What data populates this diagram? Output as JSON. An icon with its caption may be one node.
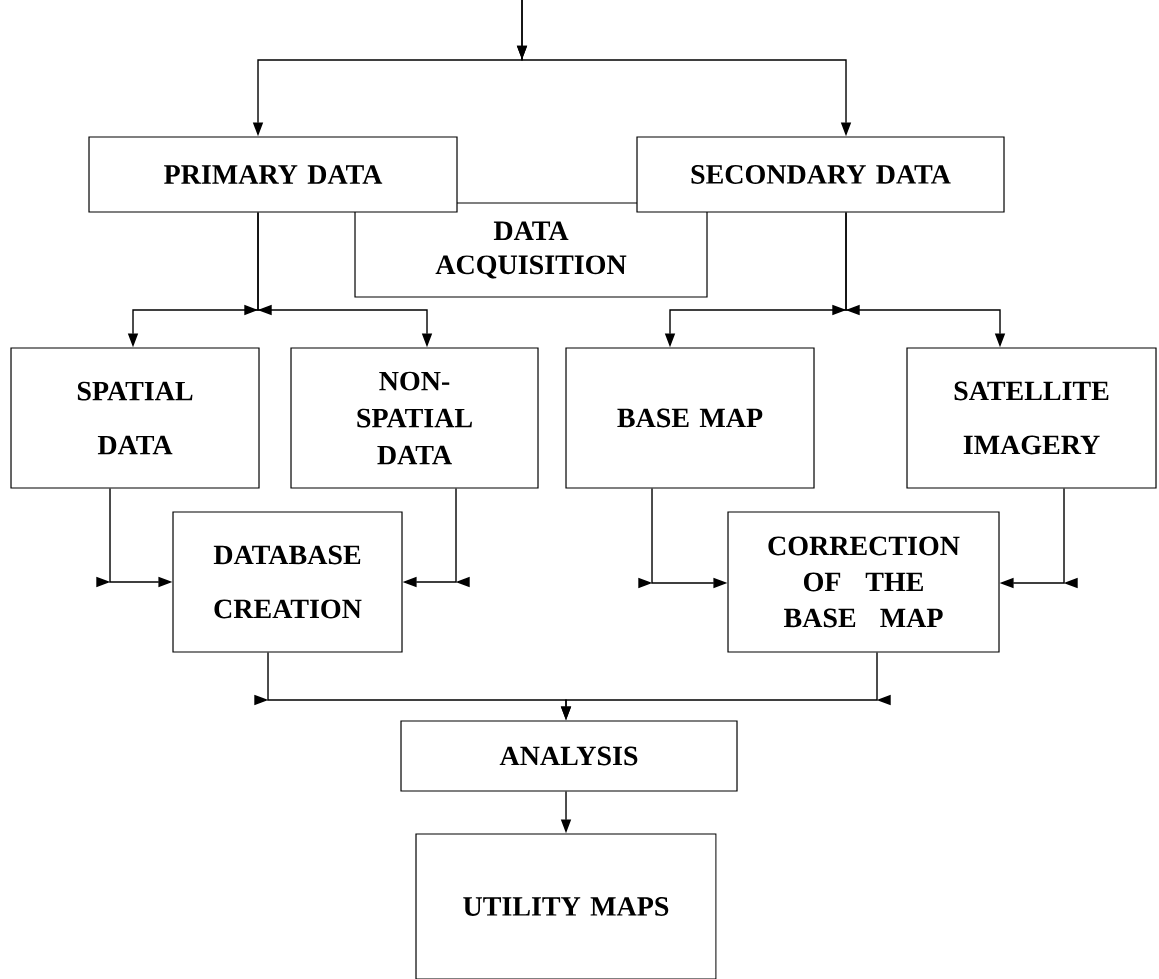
{
  "diagram": {
    "nodes": [
      {
        "text": [
          "PRIMARY DATA"
        ]
      },
      {
        "text": [
          "SECONDARY DATA"
        ]
      },
      {
        "text": [
          "DATA ACQUISITION"
        ]
      },
      {
        "text": [
          "SPATIAL DATA"
        ]
      },
      {
        "text": [
          "NON-SPATIAL DATA"
        ]
      },
      {
        "text": [
          "BASE MAP"
        ]
      },
      {
        "text": [
          "SATELLITE IMAGERY"
        ]
      },
      {
        "text": [
          "DATABASE CREATION"
        ]
      },
      {
        "text": [
          "CORRECTION OF THE BASE MAP"
        ]
      },
      {
        "text": [
          "ANALYSIS"
        ]
      },
      {
        "text": [
          "UTILITY MAPS"
        ]
      }
    ],
    "edges": [
      {
        "from": null,
        "to": 0,
        "arrow": "to"
      },
      {
        "from": null,
        "to": 1,
        "arrow": "to"
      },
      {
        "from": 0,
        "to": 3,
        "arrow": "to"
      },
      {
        "from": 0,
        "to": 4,
        "arrow": "to"
      },
      {
        "from": 1,
        "to": 5,
        "arrow": "to"
      },
      {
        "from": 1,
        "to": 6,
        "arrow": "to"
      },
      {
        "from": 3,
        "to": 7,
        "arrow": "to"
      },
      {
        "from": 4,
        "to": 7,
        "arrow": "to"
      },
      {
        "from": 5,
        "to": 8,
        "arrow": "to"
      },
      {
        "from": 6,
        "to": 8,
        "arrow": "to"
      },
      {
        "from": 7,
        "to": 9,
        "arrow": "to"
      },
      {
        "from": 8,
        "to": 9,
        "arrow": "to"
      },
      {
        "from": 9,
        "to": 10,
        "arrow": "to"
      }
    ]
  }
}
